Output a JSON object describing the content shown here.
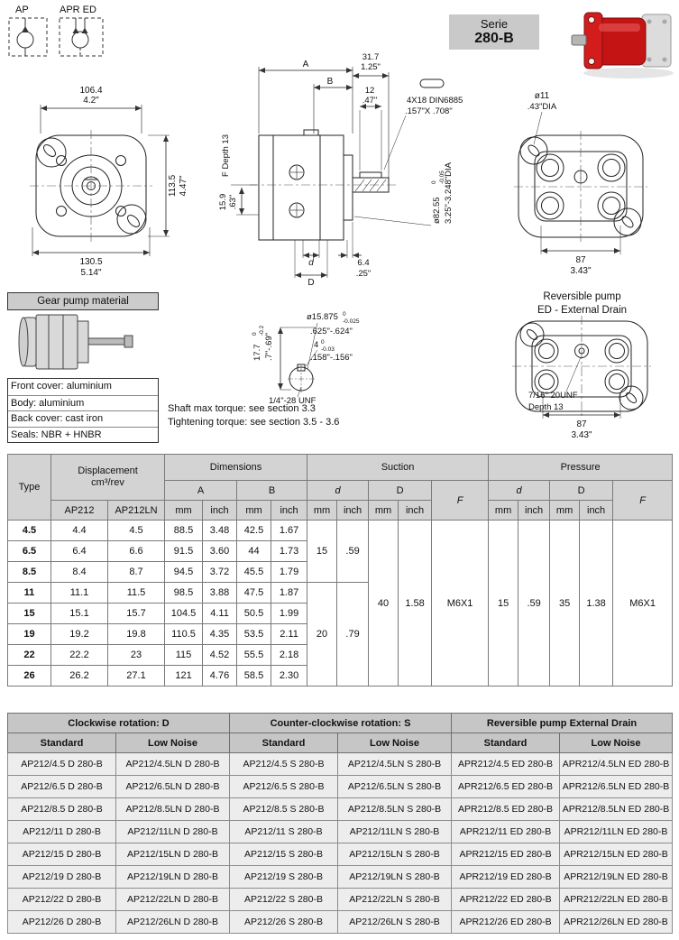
{
  "colors": {
    "accent_red": "#c41414",
    "table_header_bg": "#d3d3d3",
    "order_table_bg": "#ededed",
    "serie_box_bg": "#c9c9c9"
  },
  "symbols": {
    "ap": "AP",
    "apr_ed": "APR ED"
  },
  "serie": {
    "label": "Serie",
    "value": "280-B"
  },
  "front_view": {
    "width_mm": "106.4",
    "width_in": "4.2\"",
    "height_mm": "113.5",
    "height_in": "4.47\"",
    "base_mm": "130.5",
    "base_in": "5.14\""
  },
  "side_view": {
    "dim_a": "A",
    "dim_b": "B",
    "shaft_len_mm": "31.7",
    "shaft_len_in": "1.25\"",
    "key_len_mm": "12",
    "key_len_in": ".47\"",
    "key_note_1": "4X18 DIN6885",
    "key_note_2": ".157\"X .708\"",
    "f_depth": "F Depth 13",
    "port_off_mm": "15.9",
    "port_off_in": ".63\"",
    "pilot_dia": "ø82.55",
    "pilot_tol_hi": "0",
    "pilot_tol_lo": "-0.05",
    "pilot_dia_in": "3.25\"-3.248\"DIA",
    "dim_d": "d",
    "dim_D": "D",
    "flange_mm": "6.4",
    "flange_in": ".25\""
  },
  "rear_view": {
    "hole_dia": "ø11",
    "hole_dia_in": ".43\"DIA",
    "width_mm": "87",
    "width_in": "3.43\""
  },
  "material_box": {
    "title": "Gear pump material",
    "lines": [
      "Front cover: aluminium",
      "Body: aluminium",
      "Back cover: cast iron",
      "Seals: NBR + HNBR"
    ]
  },
  "shaft_detail": {
    "dia": "ø15.875",
    "dia_tol_hi": "0",
    "dia_tol_lo": "-0.025",
    "dia_in": ".625\"-.624\"",
    "key_w": "4",
    "key_tol_hi": "0",
    "key_tol_lo": "-0.03",
    "key_in": ".158\"-.156\"",
    "len": "17.7",
    "len_tol_hi": "0",
    "len_tol_lo": "-0.2",
    "len_in": ".7\"-.69\"",
    "thread": "1/4\"-28 UNF",
    "note_1": "Shaft max torque: see section 3.3",
    "note_2": "Tightening torque: see section 3.5 - 3.6"
  },
  "reversible": {
    "title_1": "Reversible pump",
    "title_2": "ED - External Drain",
    "thread": "7/16\" 20UNF",
    "depth": "Depth 13",
    "width_mm": "87",
    "width_in": "3.43\""
  },
  "main_table": {
    "headers": {
      "type": "Type",
      "displacement": "Displacement",
      "displacement_unit": "cm³/rev",
      "col_ap212": "AP212",
      "col_ap212ln": "AP212LN",
      "dimensions": "Dimensions",
      "a": "A",
      "b": "B",
      "suction": "Suction",
      "pressure": "Pressure",
      "d_small": "d",
      "d_big": "D",
      "f": "F",
      "mm": "mm",
      "inch": "inch"
    },
    "rows": [
      {
        "type": "4.5",
        "ap212": "4.4",
        "ap212ln": "4.5",
        "a_mm": "88.5",
        "a_in": "3.48",
        "b_mm": "42.5",
        "b_in": "1.67"
      },
      {
        "type": "6.5",
        "ap212": "6.4",
        "ap212ln": "6.6",
        "a_mm": "91.5",
        "a_in": "3.60",
        "b_mm": "44",
        "b_in": "1.73"
      },
      {
        "type": "8.5",
        "ap212": "8.4",
        "ap212ln": "8.7",
        "a_mm": "94.5",
        "a_in": "3.72",
        "b_mm": "45.5",
        "b_in": "1.79"
      },
      {
        "type": "11",
        "ap212": "11.1",
        "ap212ln": "11.5",
        "a_mm": "98.5",
        "a_in": "3.88",
        "b_mm": "47.5",
        "b_in": "1.87"
      },
      {
        "type": "15",
        "ap212": "15.1",
        "ap212ln": "15.7",
        "a_mm": "104.5",
        "a_in": "4.11",
        "b_mm": "50.5",
        "b_in": "1.99"
      },
      {
        "type": "19",
        "ap212": "19.2",
        "ap212ln": "19.8",
        "a_mm": "110.5",
        "a_in": "4.35",
        "b_mm": "53.5",
        "b_in": "2.11"
      },
      {
        "type": "22",
        "ap212": "22.2",
        "ap212ln": "23",
        "a_mm": "115",
        "a_in": "4.52",
        "b_mm": "55.5",
        "b_in": "2.18"
      },
      {
        "type": "26",
        "ap212": "26.2",
        "ap212ln": "27.1",
        "a_mm": "121",
        "a_in": "4.76",
        "b_mm": "58.5",
        "b_in": "2.30"
      }
    ],
    "suction": {
      "d_group1": {
        "mm": "15",
        "inch": ".59"
      },
      "d_group2": {
        "mm": "20",
        "inch": ".79"
      },
      "D": {
        "mm": "40",
        "inch": "1.58"
      },
      "F": "M6X1"
    },
    "pressure": {
      "d": {
        "mm": "15",
        "inch": ".59"
      },
      "D": {
        "mm": "35",
        "inch": "1.38"
      },
      "F": "M6X1"
    }
  },
  "order_table": {
    "groups": [
      "Clockwise rotation: D",
      "Counter-clockwise rotation: S",
      "Reversible pump External Drain"
    ],
    "sub": [
      "Standard",
      "Low Noise"
    ],
    "rows": [
      [
        "AP212/4.5 D 280-B",
        "AP212/4.5LN D 280-B",
        "AP212/4.5 S 280-B",
        "AP212/4.5LN S 280-B",
        "APR212/4.5 ED 280-B",
        "APR212/4.5LN ED 280-B"
      ],
      [
        "AP212/6.5 D 280-B",
        "AP212/6.5LN D 280-B",
        "AP212/6.5 S 280-B",
        "AP212/6.5LN S 280-B",
        "APR212/6.5 ED 280-B",
        "APR212/6.5LN ED 280-B"
      ],
      [
        "AP212/8.5 D 280-B",
        "AP212/8.5LN D 280-B",
        "AP212/8.5 S 280-B",
        "AP212/8.5LN S 280-B",
        "APR212/8.5 ED 280-B",
        "APR212/8.5LN ED 280-B"
      ],
      [
        "AP212/11 D 280-B",
        "AP212/11LN D 280-B",
        "AP212/11 S 280-B",
        "AP212/11LN S 280-B",
        "APR212/11 ED 280-B",
        "APR212/11LN ED 280-B"
      ],
      [
        "AP212/15 D 280-B",
        "AP212/15LN D 280-B",
        "AP212/15 S 280-B",
        "AP212/15LN S 280-B",
        "APR212/15 ED 280-B",
        "APR212/15LN ED 280-B"
      ],
      [
        "AP212/19 D 280-B",
        "AP212/19LN D 280-B",
        "AP212/19 S 280-B",
        "AP212/19LN S 280-B",
        "APR212/19 ED 280-B",
        "APR212/19LN ED 280-B"
      ],
      [
        "AP212/22 D 280-B",
        "AP212/22LN D 280-B",
        "AP212/22 S 280-B",
        "AP212/22LN S 280-B",
        "APR212/22 ED 280-B",
        "APR212/22LN ED 280-B"
      ],
      [
        "AP212/26 D 280-B",
        "AP212/26LN D 280-B",
        "AP212/26 S 280-B",
        "AP212/26LN S 280-B",
        "APR212/26 ED 280-B",
        "APR212/26LN ED 280-B"
      ]
    ]
  }
}
